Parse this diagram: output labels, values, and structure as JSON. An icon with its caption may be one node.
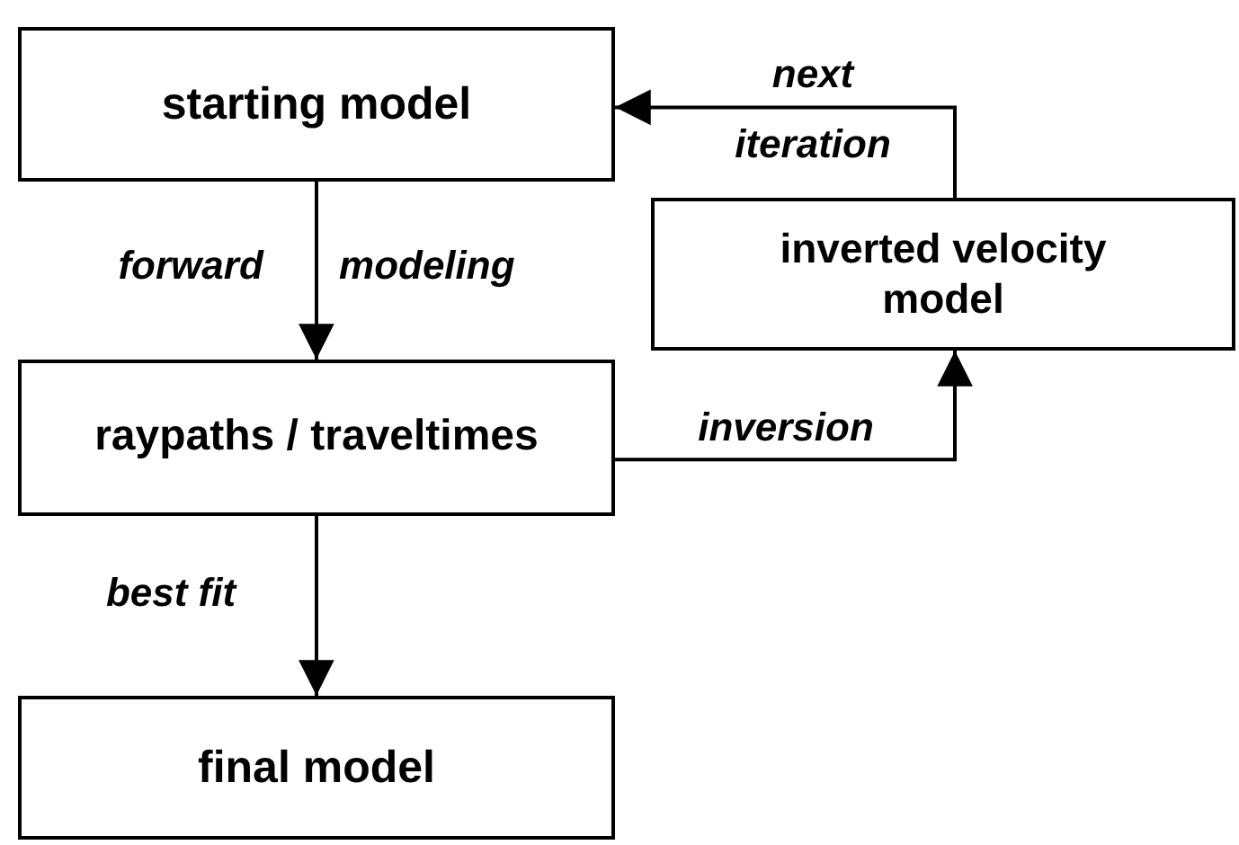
{
  "diagram": {
    "nodes": [
      {
        "text": [
          "starting model"
        ]
      },
      {
        "text": [
          "inverted velocity model"
        ]
      },
      {
        "text": [
          "raypaths / traveltimes"
        ]
      },
      {
        "text": [
          "final model"
        ]
      }
    ],
    "edges": [
      {
        "from": 0,
        "to": 2,
        "arrow": "to",
        "label": "forward modeling"
      },
      {
        "from": 2,
        "to": 1,
        "arrow": "to",
        "label": "inversion"
      },
      {
        "from": 1,
        "to": 0,
        "arrow": "to",
        "label": "next iteration"
      },
      {
        "from": 2,
        "to": 3,
        "arrow": "to",
        "label": "best fit"
      }
    ]
  }
}
